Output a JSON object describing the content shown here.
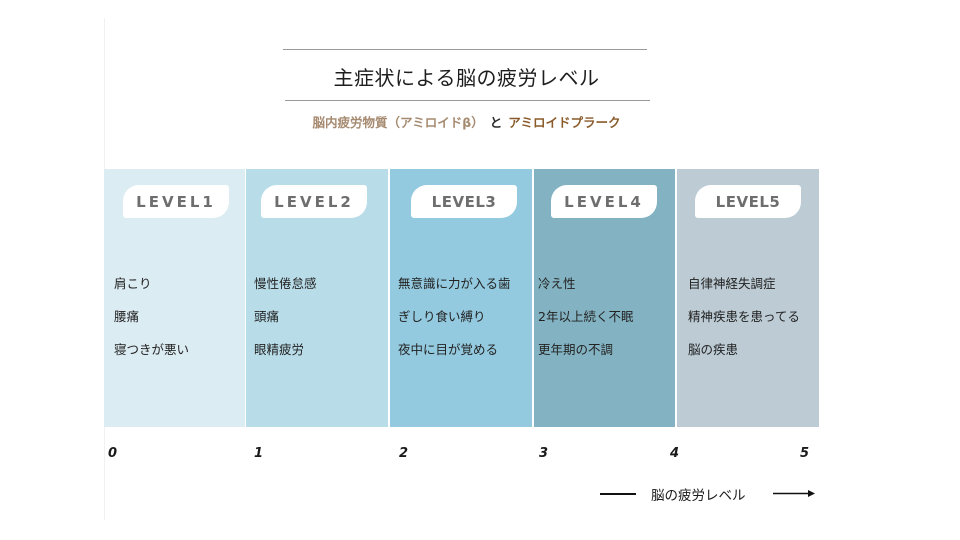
{
  "header": {
    "title": "主症状による脳の疲労レベル",
    "subtitle_part1": "脳内疲労物質（アミロイドβ）",
    "subtitle_conjunction": "と",
    "subtitle_part2": "アミロイドプラーク"
  },
  "levels": [
    {
      "label": "LEVEL1",
      "color": "#dcecf3",
      "symptoms": [
        "肩こり",
        "腰痛",
        "寝つきが悪い"
      ]
    },
    {
      "label": "LEVEL2",
      "color": "#b8dde9",
      "symptoms": [
        "慢性倦怠感",
        "頭痛",
        "眼精疲労"
      ]
    },
    {
      "label": "LEVEL3",
      "color": "#94cadf",
      "symptoms": [
        "無意識に力が入る歯",
        "ぎしり食い縛り",
        "夜中に目が覚める"
      ]
    },
    {
      "label": "LEVEL4",
      "color": "#83b3c2",
      "symptoms": [
        "冷え性",
        "2年以上続く不眠",
        "更年期の不調"
      ]
    },
    {
      "label": "LEVEL5",
      "color": "#bccbd4",
      "symptoms": [
        "自律神経失調症",
        "精神疾患を患ってる",
        "脳の疾患"
      ]
    }
  ],
  "scale": {
    "ticks": [
      "0",
      "1",
      "2",
      "3",
      "4",
      "5"
    ],
    "axis_label": "脳の疲労レベル"
  }
}
